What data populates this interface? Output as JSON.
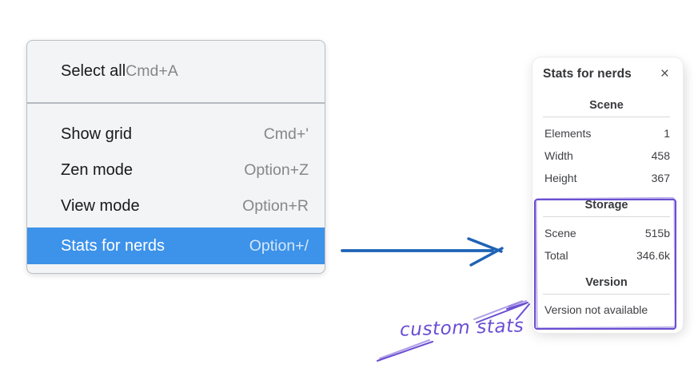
{
  "context_menu": {
    "sections": [
      {
        "items": [
          {
            "label": "Select all",
            "shortcut": "Cmd+A",
            "selected": false
          }
        ]
      },
      {
        "items": [
          {
            "label": "Show grid",
            "shortcut": "Cmd+'",
            "selected": false
          },
          {
            "label": "Zen mode",
            "shortcut": "Option+Z",
            "selected": false
          },
          {
            "label": "View mode",
            "shortcut": "Option+R",
            "selected": false
          },
          {
            "label": "Stats for nerds",
            "shortcut": "Option+/",
            "selected": true
          }
        ]
      }
    ],
    "highlight_color": "#3d92e9"
  },
  "stats_panel": {
    "title": "Stats for nerds",
    "close_icon": "×",
    "sections": [
      {
        "header": "Scene",
        "rows": [
          {
            "label": "Elements",
            "value": "1"
          },
          {
            "label": "Width",
            "value": "458"
          },
          {
            "label": "Height",
            "value": "367"
          }
        ]
      },
      {
        "header": "Storage",
        "rows": [
          {
            "label": "Scene",
            "value": "515b"
          },
          {
            "label": "Total",
            "value": "346.6k"
          }
        ]
      },
      {
        "header": "Version",
        "note": "Version not available"
      }
    ]
  },
  "annotations": {
    "note_text": "custom stats",
    "note_color": "#6b4ed2",
    "highlight_box_color": "#6b4fd0",
    "flow_arrow_color": "#1f63b5"
  }
}
